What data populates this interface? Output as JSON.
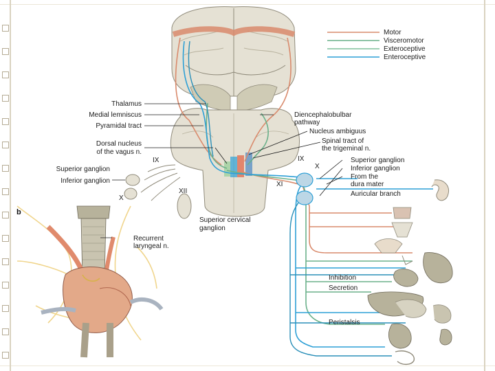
{
  "colors": {
    "motor": "#d98a6c",
    "visceromotor": "#6ab08a",
    "exteroceptive": "#2c9fd6",
    "enteroceptive": "#2a8fb8",
    "tissue": "#e5e1d4",
    "organ": "#b7b29b"
  },
  "legend": {
    "items": [
      {
        "label": "Motor",
        "color": "#d98a6c"
      },
      {
        "label": "Visceromotor",
        "color": "#6ab08a"
      },
      {
        "label": "Exteroceptive",
        "color": "#7fbf9a"
      },
      {
        "label": "Enteroceptive",
        "color": "#2c9fd6"
      }
    ]
  },
  "labels": {
    "thalamus": "Thalamus",
    "medial_lemniscus": "Medial lemniscus",
    "pyramidal_tract": "Pyramidal tract",
    "dorsal_nucleus": "Dorsal nucleus",
    "dorsal_nucleus_2": "of the vagus n.",
    "ix_left": "IX",
    "superior_ganglion_left": "Superior ganglion",
    "inferior_ganglion_left": "Inferior ganglion",
    "xii": "XII",
    "x_left": "X",
    "superior_cervical_1": "Superior cervical",
    "superior_cervical_2": "ganglion",
    "diencephalobulbar_1": "Diencephalobulbar",
    "diencephalobulbar_2": "pathway",
    "nucleus_ambiguus": "Nucleus ambiguus",
    "spinal_tract_1": "Spinal tract of",
    "spinal_tract_2": "the trigeminal n.",
    "ix_right": "IX",
    "x_right": "X",
    "xi": "XI",
    "superior_ganglion_right": "Superior ganglion",
    "inferior_ganglion_right": "Inferior ganglion",
    "from_dura_1": "From the",
    "from_dura_2": "dura mater",
    "auricular_branch": "Auricular branch",
    "inhibition": "Inhibition",
    "secretion": "Secretion",
    "peristalsis": "Peristalsis",
    "panel_b": "b",
    "recurrent_1": "Recurrent",
    "recurrent_2": "laryngeal n."
  }
}
